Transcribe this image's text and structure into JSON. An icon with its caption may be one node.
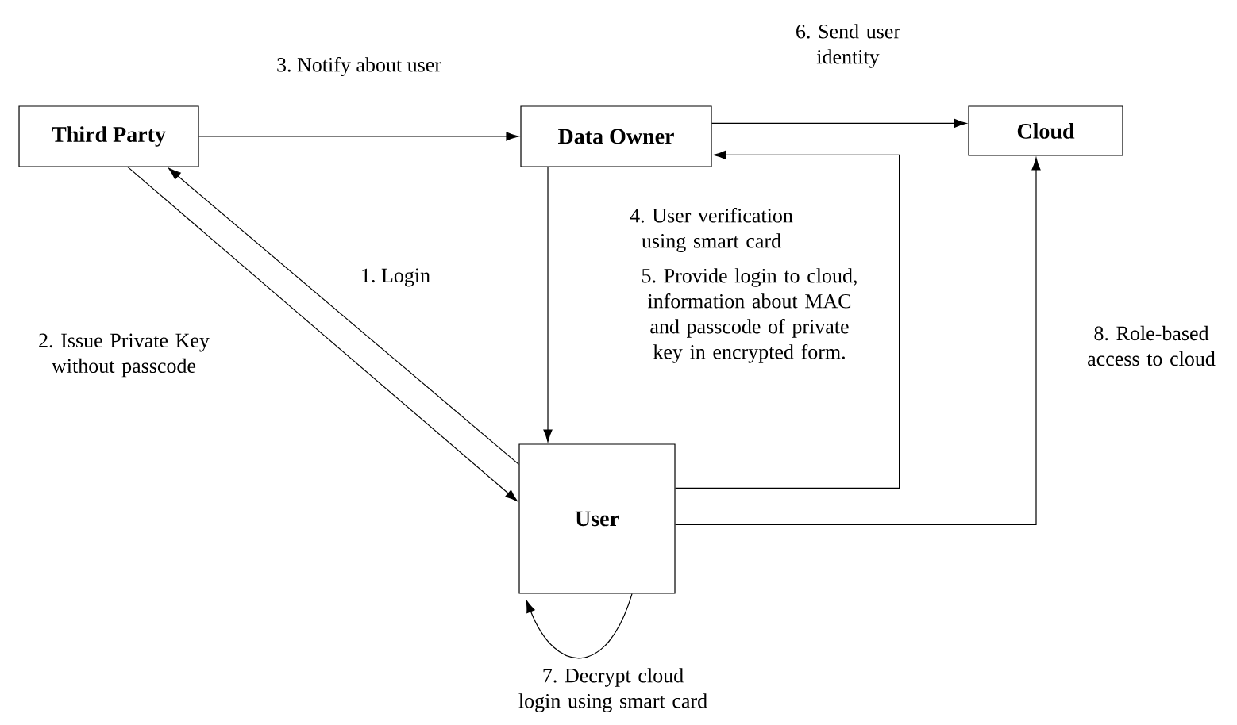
{
  "diagram": {
    "nodes": [
      {
        "text": [
          "Third Party"
        ]
      },
      {
        "text": [
          "Data Owner"
        ]
      },
      {
        "text": [
          "Cloud"
        ]
      },
      {
        "text": [
          "User"
        ]
      }
    ],
    "edges": [
      {
        "from": 3,
        "to": 0,
        "arrow": "to",
        "label": "1. Login"
      },
      {
        "from": 0,
        "to": 3,
        "arrow": "to",
        "label": "2. Issue Private Key without passcode"
      },
      {
        "from": 0,
        "to": 1,
        "arrow": "to",
        "label": "3. Notify about user"
      },
      {
        "from": 1,
        "to": 3,
        "arrow": "to",
        "label": "4. User verification using smart card"
      },
      {
        "from": 3,
        "to": 1,
        "arrow": "to",
        "label": "5. Provide login to cloud, information about MAC and passcode of private key in encrypted form."
      },
      {
        "from": 1,
        "to": 2,
        "arrow": "to",
        "label": "6. Send user identity"
      },
      {
        "from": 3,
        "to": 3,
        "arrow": "to",
        "label": "7. Decrypt cloud login using smart card"
      },
      {
        "from": 3,
        "to": 2,
        "arrow": "to",
        "label": "8. Role-based access to cloud"
      }
    ]
  }
}
